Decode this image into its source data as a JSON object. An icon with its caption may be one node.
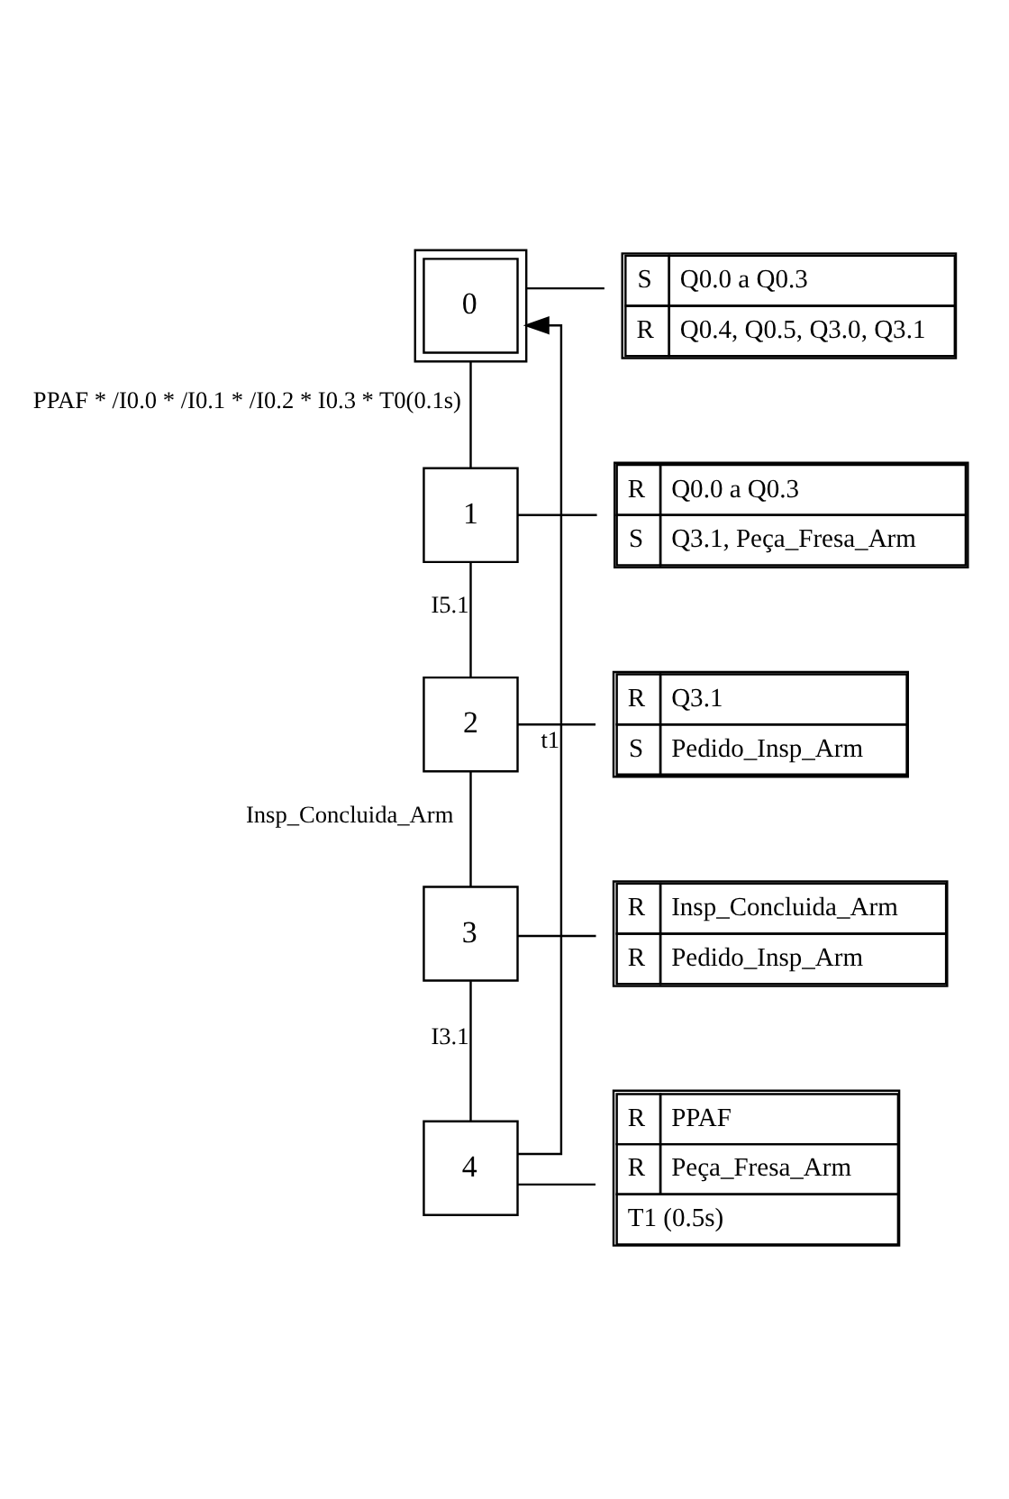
{
  "diagram": {
    "nodes": [
      {
        "text": [
          "0"
        ]
      },
      {
        "text": [
          "S",
          "Q0.0 a Q0.3",
          "R",
          "Q0.4, Q0.5, Q3.0, Q3.1"
        ]
      },
      {
        "text": [
          "1"
        ]
      },
      {
        "text": [
          "R",
          "Q0.0 a Q0.3",
          "S",
          "Q3.1, Peça_Fresa_Arm"
        ]
      },
      {
        "text": [
          "2"
        ]
      },
      {
        "text": [
          "R",
          "Q3.1",
          "S",
          "Pedido_Insp_Arm"
        ]
      },
      {
        "text": [
          "3"
        ]
      },
      {
        "text": [
          "R",
          "Insp_Concluida_Arm",
          "R",
          "Pedido_Insp_Arm"
        ]
      },
      {
        "text": [
          "4"
        ]
      },
      {
        "text": [
          "R",
          "PPAF",
          "R",
          "Peça_Fresa_Arm",
          "T1 (0.5s)"
        ]
      }
    ],
    "edges": [
      {
        "from": 0,
        "to": 1,
        "arrow": "none"
      },
      {
        "from": 0,
        "to": 2,
        "arrow": "none",
        "label": "PPAF * /I0.0 * /I0.1 * /I0.2 * I0.3 * T0(0.1s)"
      },
      {
        "from": 2,
        "to": 3,
        "arrow": "none"
      },
      {
        "from": 2,
        "to": 4,
        "arrow": "none",
        "label": "I5.1"
      },
      {
        "from": 4,
        "to": 5,
        "arrow": "none"
      },
      {
        "from": 4,
        "to": 6,
        "arrow": "none",
        "label": "Insp_Concluida_Arm"
      },
      {
        "from": 6,
        "to": 7,
        "arrow": "none"
      },
      {
        "from": 6,
        "to": 8,
        "arrow": "none",
        "label": "I3.1"
      },
      {
        "from": 8,
        "to": 9,
        "arrow": "none"
      },
      {
        "from": 8,
        "to": 0,
        "arrow": "to",
        "label": "t1"
      }
    ]
  }
}
